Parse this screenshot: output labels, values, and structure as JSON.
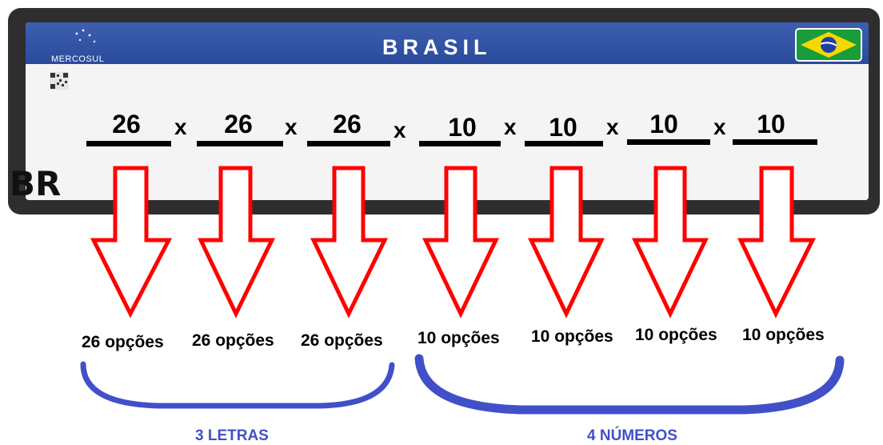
{
  "plate": {
    "region_text": "MERCOSUL",
    "country_title": "BRASIL",
    "country_code": "BR"
  },
  "multiplication": {
    "values": [
      "26",
      "26",
      "26",
      "10",
      "10",
      "10",
      "10"
    ],
    "operator": "x"
  },
  "options": [
    "26 opções",
    "26 opções",
    "26 opções",
    "10 opções",
    "10 opções",
    "10 opções",
    "10 opções"
  ],
  "groups": {
    "letters_label": "3 LETRAS",
    "numbers_label": "4 NÚMEROS"
  },
  "colors": {
    "plate_blue": "#2a4a9c",
    "arrow_red": "#ff0000",
    "brace_blue": "#4150c8",
    "flag_green": "#1a9c3a",
    "flag_yellow": "#f5d800"
  },
  "icons": [
    "mercosul-stars-icon",
    "brazil-flag-icon",
    "qr-code-icon",
    "down-arrow-icon",
    "curly-brace-icon"
  ]
}
